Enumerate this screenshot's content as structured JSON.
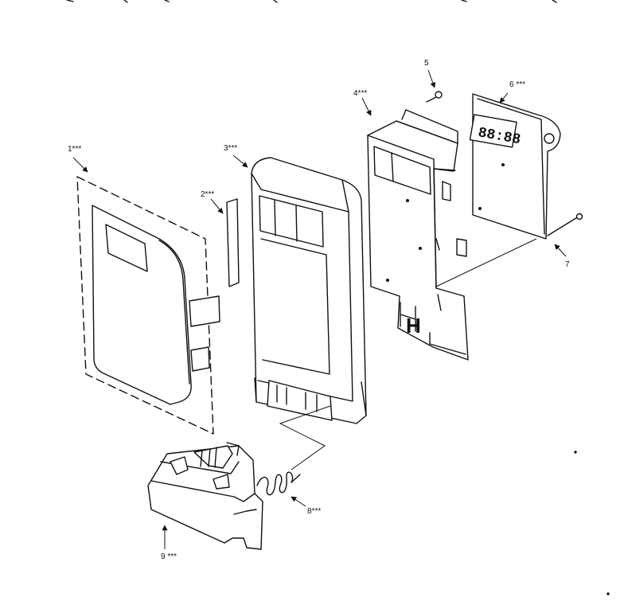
{
  "diagram": {
    "callouts": [
      {
        "id": "p1",
        "text": "1***"
      },
      {
        "id": "p2",
        "text": "2***"
      },
      {
        "id": "p3",
        "text": "3***"
      },
      {
        "id": "p4",
        "text": "4***"
      },
      {
        "id": "p5",
        "text": "5"
      },
      {
        "id": "p6",
        "text": "6 ***"
      },
      {
        "id": "p7",
        "text": "7"
      },
      {
        "id": "p8",
        "text": "8***"
      },
      {
        "id": "p9",
        "text": "9 ***"
      }
    ],
    "display_readout": "88:88",
    "board_mark": "H"
  }
}
